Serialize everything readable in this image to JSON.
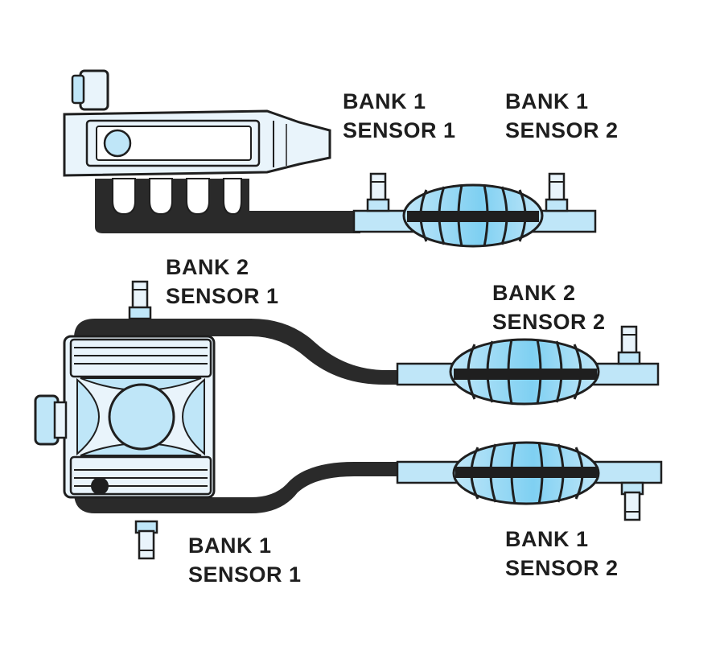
{
  "labels": {
    "top_b1s1": {
      "line1": "BANK 1",
      "line2": "SENSOR 1"
    },
    "top_b1s2": {
      "line1": "BANK 1",
      "line2": "SENSOR 2"
    },
    "v_b2s1": {
      "line1": "BANK 2",
      "line2": "SENSOR 1"
    },
    "v_b2s2": {
      "line1": "BANK 2",
      "line2": "SENSOR 2"
    },
    "v_b1s1": {
      "line1": "BANK 1",
      "line2": "SENSOR 1"
    },
    "v_b1s2": {
      "line1": "BANK 1",
      "line2": "SENSOR 2"
    }
  },
  "colors": {
    "outline": "#1f1f1f",
    "pipe_dark": "#2a2a2a",
    "fill_light": "#e9f4fb",
    "fill_blue": "#bfe6f8",
    "fill_blue_bright": "#7fd0f2",
    "background": "#ffffff"
  }
}
